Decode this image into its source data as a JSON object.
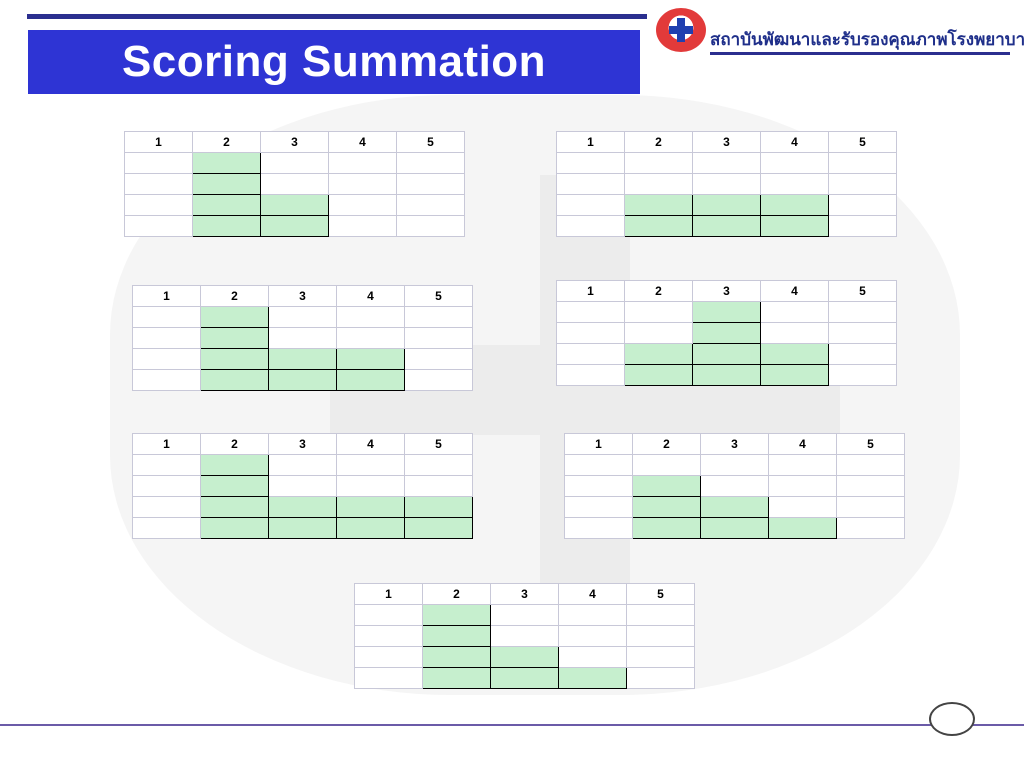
{
  "title": "Scoring Summation",
  "logo": {
    "text": "สถาบันพัฒนาและรับรองคุณภาพโรงพยาบาล"
  },
  "colors": {
    "title_bg": "#2e34d4",
    "cell_fill": "#c6efce",
    "rule": "#2b2f8f"
  },
  "headers": [
    "1",
    "2",
    "3",
    "4",
    "5"
  ],
  "grids": [
    {
      "name": "grid-1",
      "rows": [
        [
          0,
          1,
          0,
          0,
          0
        ],
        [
          0,
          1,
          0,
          0,
          0
        ],
        [
          0,
          1,
          1,
          0,
          0
        ],
        [
          0,
          1,
          1,
          0,
          0
        ]
      ]
    },
    {
      "name": "grid-2",
      "rows": [
        [
          0,
          0,
          0,
          0,
          0
        ],
        [
          0,
          0,
          0,
          0,
          0
        ],
        [
          0,
          1,
          1,
          1,
          0
        ],
        [
          0,
          1,
          1,
          1,
          0
        ]
      ]
    },
    {
      "name": "grid-3",
      "rows": [
        [
          0,
          1,
          0,
          0,
          0
        ],
        [
          0,
          1,
          0,
          0,
          0
        ],
        [
          0,
          1,
          1,
          1,
          0
        ],
        [
          0,
          1,
          1,
          1,
          0
        ]
      ]
    },
    {
      "name": "grid-4",
      "rows": [
        [
          0,
          0,
          1,
          0,
          0
        ],
        [
          0,
          0,
          1,
          0,
          0
        ],
        [
          0,
          1,
          1,
          1,
          0
        ],
        [
          0,
          1,
          1,
          1,
          0
        ]
      ]
    },
    {
      "name": "grid-5",
      "rows": [
        [
          0,
          1,
          0,
          0,
          0
        ],
        [
          0,
          1,
          0,
          0,
          0
        ],
        [
          0,
          1,
          1,
          1,
          1
        ],
        [
          0,
          1,
          1,
          1,
          1
        ]
      ]
    },
    {
      "name": "grid-6",
      "rows": [
        [
          0,
          0,
          0,
          0,
          0
        ],
        [
          0,
          1,
          0,
          0,
          0
        ],
        [
          0,
          1,
          1,
          0,
          0
        ],
        [
          0,
          1,
          1,
          1,
          0
        ]
      ]
    },
    {
      "name": "grid-7",
      "rows": [
        [
          0,
          1,
          0,
          0,
          0
        ],
        [
          0,
          1,
          0,
          0,
          0
        ],
        [
          0,
          1,
          1,
          0,
          0
        ],
        [
          0,
          1,
          1,
          1,
          0
        ]
      ]
    }
  ]
}
